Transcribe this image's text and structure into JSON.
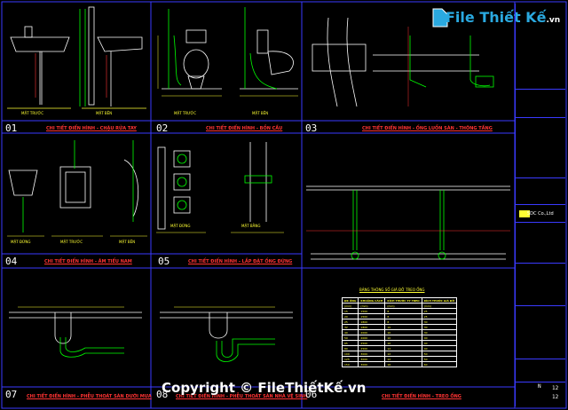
{
  "watermark": "Copyright © FileThiếtKế.vn",
  "logo": {
    "text": "File Thiết Kế",
    "suffix": ".vn"
  },
  "panels": [
    {
      "num": "01",
      "caption": "CHI TIẾT ĐIỂN HÌNH - CHẬU RỬA TAY",
      "view_a": "MẶT TRƯỚC",
      "view_b": "MẶT BÊN"
    },
    {
      "num": "02",
      "caption": "CHI TIẾT ĐIỂN HÌNH - BỒN CẦU",
      "view_a": "MẶT TRƯỚC",
      "view_b": "MẶT BÊN"
    },
    {
      "num": "03",
      "caption": "CHI TIẾT ĐIỂN HÌNH - ỐNG LUỒN SÀN - THÔNG TẦNG"
    },
    {
      "num": "04",
      "caption": "CHI TIẾT ĐIỂN HÌNH - ÂM TIỂU NAM",
      "view_a": "MẶT ĐỨNG",
      "view_b": "MẶT TRƯỚC",
      "view_c": "MẶT BÊN"
    },
    {
      "num": "05",
      "caption": "CHI TIẾT ĐIỂN HÌNH - LẮP ĐẶT ỐNG ĐỨNG",
      "view_a": "MẶT ĐỨNG",
      "view_b": "MẶT BẰNG"
    },
    {
      "num": "06",
      "caption": "CHI TIẾT ĐIỂN HÌNH - TREO ỐNG"
    },
    {
      "num": "07",
      "caption": "CHI TIẾT ĐIỂN HÌNH - PHỄU THOÁT SÀN DƯỚI MƯA"
    },
    {
      "num": "08",
      "caption": "CHI TIẾT ĐIỂN HÌNH - PHỄU THOÁT SÀN NHÀ VỆ SINH"
    }
  ],
  "spec_table": {
    "title": "BẢNG THÔNG SỐ GIÁ ĐỠ TREO ỐNG",
    "headers": [
      "ĐK ỐNG",
      "KHOẢNG CÁCH",
      "KÍCH THƯỚC TY TREO",
      "KÍCH THƯỚC GIÁ ĐỠ"
    ],
    "units": [
      "(mm)",
      "(mm)",
      "(mm)",
      "(mm)"
    ],
    "rows": [
      [
        "15",
        "1500",
        "8",
        "25"
      ],
      [
        "20",
        "1500",
        "8",
        "25"
      ],
      [
        "25",
        "1800",
        "8",
        "30"
      ],
      [
        "32",
        "1800",
        "10",
        "30"
      ],
      [
        "40",
        "2000",
        "10",
        "30"
      ],
      [
        "50",
        "2000",
        "10",
        "40"
      ],
      [
        "65",
        "2500",
        "10",
        "40"
      ],
      [
        "80",
        "2500",
        "12",
        "40"
      ],
      [
        "100",
        "3000",
        "12",
        "50"
      ],
      [
        "125",
        "3000",
        "12",
        "50"
      ],
      [
        "150",
        "3000",
        "16",
        "60"
      ]
    ]
  },
  "title_block": {
    "company": "SDC Co.,Ltd",
    "sheet_label": "N",
    "sheet_no": "12",
    "sheet_total": "12"
  }
}
